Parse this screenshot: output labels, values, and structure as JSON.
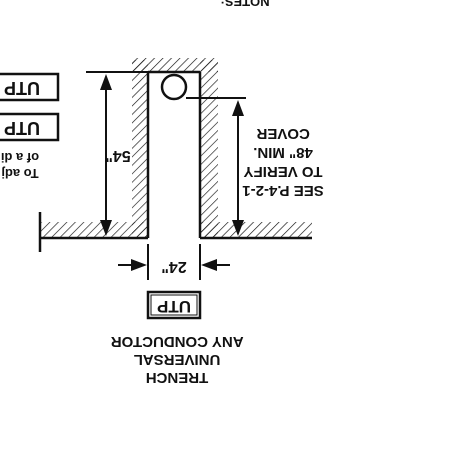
{
  "drawing": {
    "notes_heading": "NOTES:",
    "utp_tags": [
      "UTP",
      "UTP"
    ],
    "side_note_lines": [
      "To adj",
      "of a di"
    ],
    "depth_label": "54\"",
    "cover_note_lines": [
      "SEE P.4-2-1",
      "TO VERIFY",
      "48\" MIN.",
      "COVER"
    ],
    "width_label": "24\"",
    "trench_tag": "UTP",
    "trench_caption_lines": [
      "ANY CONDUCTOR",
      "UNIVERSAL",
      "TRENCH"
    ]
  }
}
